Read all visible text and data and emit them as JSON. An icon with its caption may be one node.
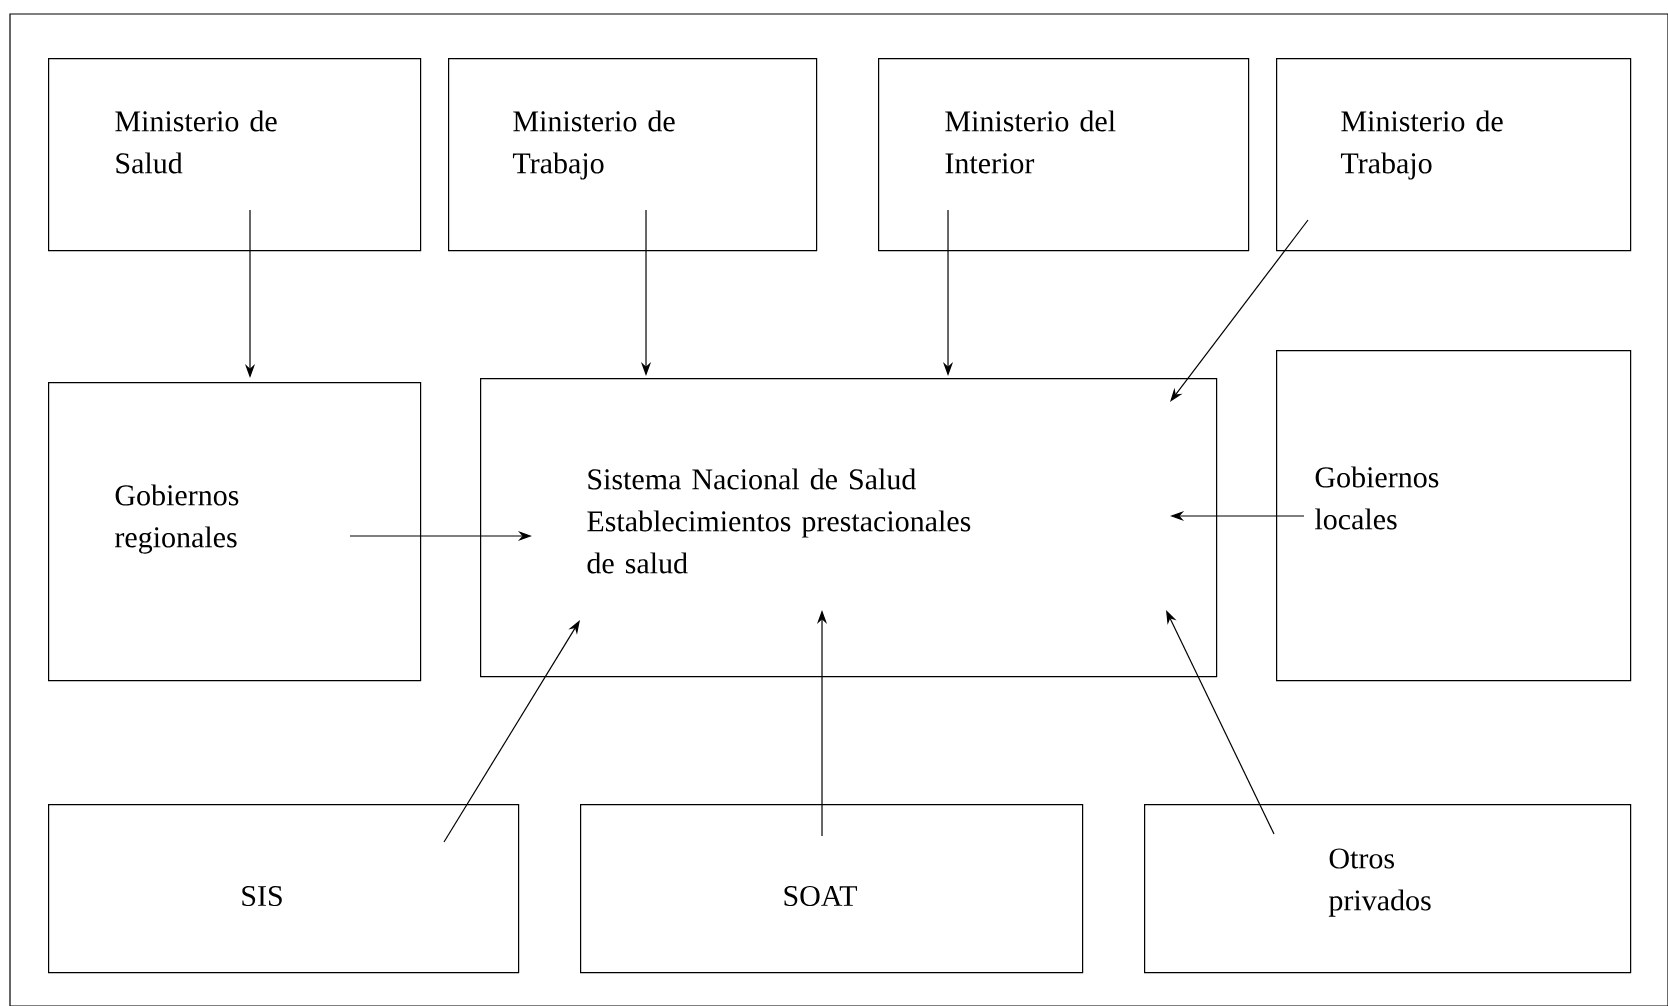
{
  "diagram": {
    "nodes": [
      {
        "text": [
          "Ministerio de Salud"
        ]
      },
      {
        "text": [
          "Ministerio de Trabajo"
        ]
      },
      {
        "text": [
          "Ministerio del Interior"
        ]
      },
      {
        "text": [
          "Ministerio de Trabajo"
        ]
      },
      {
        "text": [
          "Gobiernos regionales"
        ]
      },
      {
        "text": [
          "Sistema Nacional de Salud",
          "Establecimientos prestacionales de salud"
        ]
      },
      {
        "text": [
          "Gobiernos locales"
        ]
      },
      {
        "text": [
          "SIS"
        ]
      },
      {
        "text": [
          "SOAT"
        ]
      },
      {
        "text": [
          "Otros privados"
        ]
      }
    ],
    "edges": [
      {
        "from": 0,
        "to": 4,
        "arrow": "to"
      },
      {
        "from": 1,
        "to": 5,
        "arrow": "to"
      },
      {
        "from": 2,
        "to": 5,
        "arrow": "to"
      },
      {
        "from": 3,
        "to": 5,
        "arrow": "to"
      },
      {
        "from": 4,
        "to": 5,
        "arrow": "to"
      },
      {
        "from": 6,
        "to": 5,
        "arrow": "to"
      },
      {
        "from": 7,
        "to": 5,
        "arrow": "to"
      },
      {
        "from": 8,
        "to": 5,
        "arrow": "to"
      },
      {
        "from": 9,
        "to": 5,
        "arrow": "to"
      }
    ]
  }
}
